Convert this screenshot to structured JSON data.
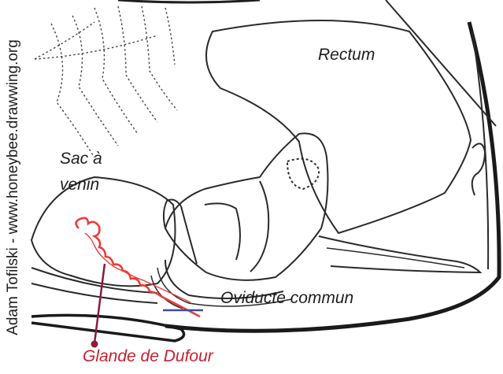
{
  "labels": {
    "rectum": "Rectum",
    "sac_line1": "Sac à",
    "sac_line2": "venin",
    "oviducte": "Oviducte commun",
    "glande": "Glande de Dufour"
  },
  "credit": "Adam Tofilski - www.honeybee.drawwing.org",
  "colors": {
    "outline": "#2a2a2a",
    "gland": "#ef3b3b",
    "pointer": "#8b1a3d",
    "scale_bar": "#3a4ba8",
    "label_highlight": "#c8202f"
  }
}
